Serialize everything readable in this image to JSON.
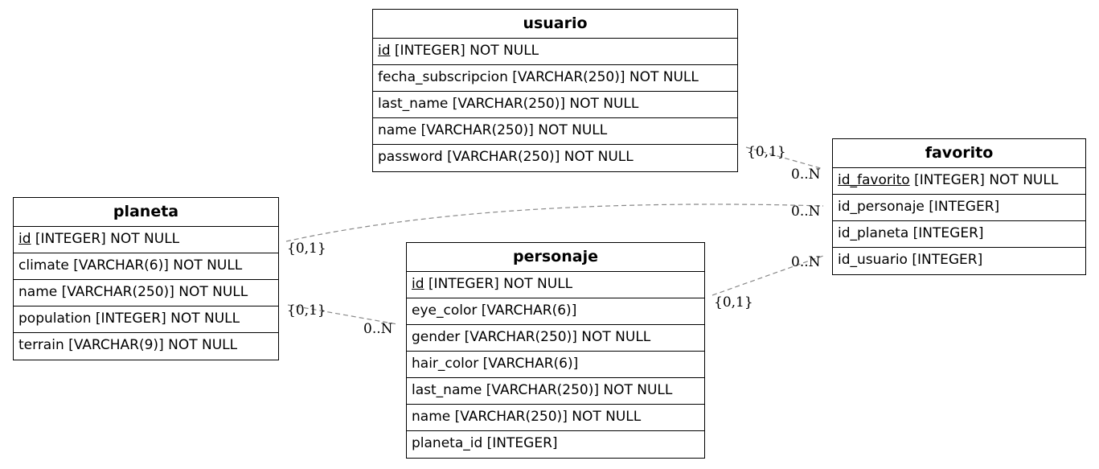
{
  "entities": {
    "usuario": {
      "title": "usuario",
      "columns": [
        {
          "key": "id",
          "rest": " [INTEGER] NOT NULL"
        },
        {
          "text": "fecha_subscripcion [VARCHAR(250)] NOT NULL"
        },
        {
          "text": "last_name [VARCHAR(250)] NOT NULL"
        },
        {
          "text": "name [VARCHAR(250)] NOT NULL"
        },
        {
          "text": "password [VARCHAR(250)] NOT NULL"
        }
      ]
    },
    "favorito": {
      "title": "favorito",
      "columns": [
        {
          "key": "id_favorito",
          "rest": " [INTEGER] NOT NULL"
        },
        {
          "text": "id_personaje [INTEGER]"
        },
        {
          "text": "id_planeta [INTEGER]"
        },
        {
          "text": "id_usuario [INTEGER]"
        }
      ]
    },
    "planeta": {
      "title": "planeta",
      "columns": [
        {
          "key": "id",
          "rest": " [INTEGER] NOT NULL"
        },
        {
          "text": "climate [VARCHAR(6)] NOT NULL"
        },
        {
          "text": "name [VARCHAR(250)] NOT NULL"
        },
        {
          "text": "population [INTEGER] NOT NULL"
        },
        {
          "text": "terrain [VARCHAR(9)] NOT NULL"
        }
      ]
    },
    "personaje": {
      "title": "personaje",
      "columns": [
        {
          "key": "id",
          "rest": " [INTEGER] NOT NULL"
        },
        {
          "text": "eye_color [VARCHAR(6)]"
        },
        {
          "text": "gender [VARCHAR(250)] NOT NULL"
        },
        {
          "text": "hair_color [VARCHAR(6)]"
        },
        {
          "text": "last_name [VARCHAR(250)] NOT NULL"
        },
        {
          "text": "name [VARCHAR(250)] NOT NULL"
        },
        {
          "text": "planeta_id [INTEGER]"
        }
      ]
    }
  },
  "relations": [
    {
      "from": "usuario",
      "to": "favorito",
      "from_card": "{0,1}",
      "to_card": "0..N"
    },
    {
      "from": "planeta",
      "to": "favorito",
      "from_card": "{0,1}",
      "to_card": "0..N"
    },
    {
      "from": "personaje",
      "to": "favorito",
      "from_card": "{0,1}",
      "to_card": "0..N"
    },
    {
      "from": "planeta",
      "to": "personaje",
      "from_card": "{0,1}",
      "to_card": "0..N"
    }
  ],
  "colors": {
    "edge": "#888888",
    "border": "#000000"
  }
}
